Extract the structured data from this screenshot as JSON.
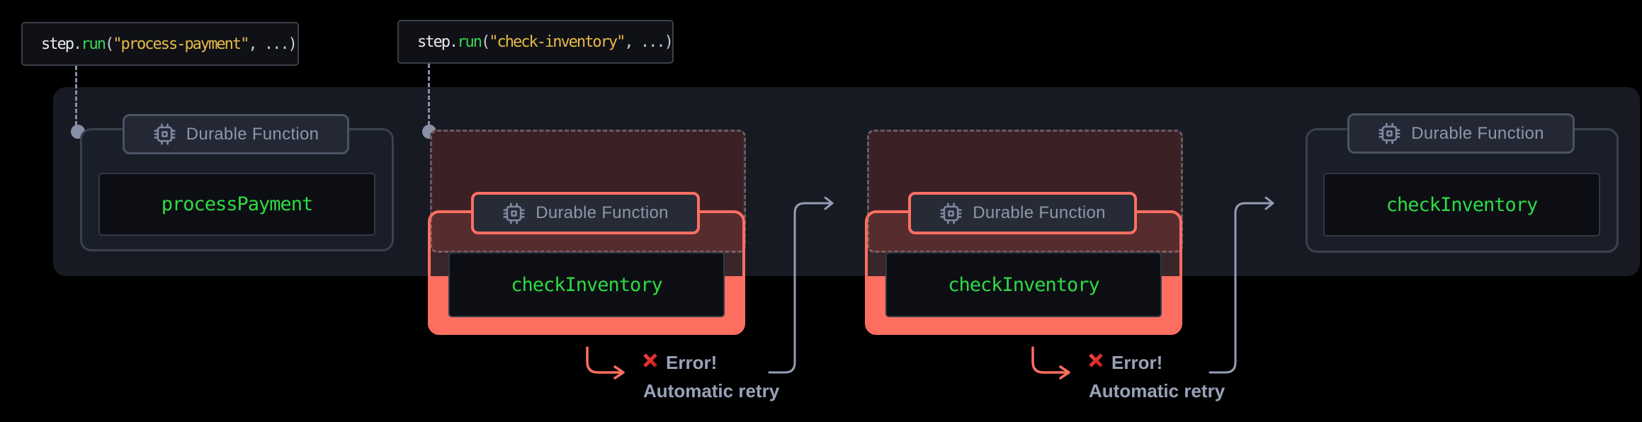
{
  "colors": {
    "accent_red": "#FF6F61",
    "error_red": "#D91F27",
    "code_green": "#3BD356",
    "fn_green": "#2EDB43",
    "code_yellow": "#E9B949",
    "code_white": "#E9EBF1",
    "code_punct": "#C9CDD6",
    "label_gray": "#8F96A8",
    "error_text_gray": "#9AA2B9",
    "connector_gray": "#959DB5",
    "dot_gray": "#8790A6"
  },
  "tooltips": [
    {
      "object": "step",
      "dot": ".",
      "method": "run",
      "paren_open": "(",
      "string_arg": "\"process-payment\"",
      "tail": ", ...)"
    },
    {
      "object": "step",
      "dot": ".",
      "method": "run",
      "paren_open": "(",
      "string_arg": "\"check-inventory\"",
      "tail": ", ...)"
    }
  ],
  "flow": {
    "initial_step": {
      "badge_label": "Durable Function",
      "function_name": "processPayment"
    },
    "retry_attempts": [
      {
        "badge_label": "Durable Function",
        "function_name": "checkInventory",
        "error_label": "Error!",
        "retry_label": "Automatic retry"
      },
      {
        "badge_label": "Durable Function",
        "function_name": "checkInventory",
        "error_label": "Error!",
        "retry_label": "Automatic retry"
      }
    ],
    "final_step": {
      "badge_label": "Durable Function",
      "function_name": "checkInventory"
    }
  }
}
